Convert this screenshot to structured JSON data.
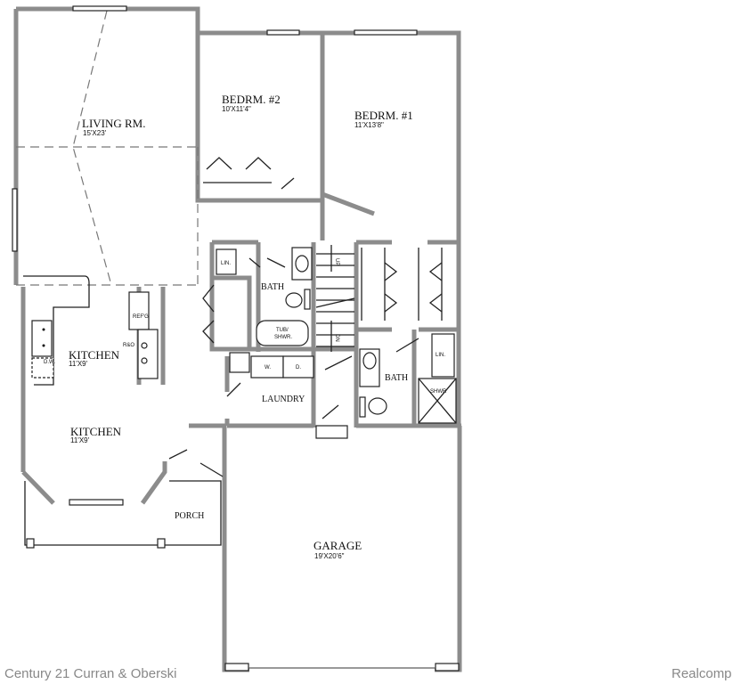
{
  "rooms": {
    "living": {
      "name": "LIVING RM.",
      "size": "15'X23'"
    },
    "bedroom2": {
      "name": "BEDRM. #2",
      "size": "10'X11'4\""
    },
    "bedroom1": {
      "name": "BEDRM. #1",
      "size": "11'X13'8\""
    },
    "kitchen_upper": {
      "name": "KITCHEN",
      "size": "11'X9'"
    },
    "kitchen_lower": {
      "name": "KITCHEN",
      "size": "11'X9'"
    },
    "bath_upper": {
      "name": "BATH"
    },
    "bath_lower": {
      "name": "BATH"
    },
    "laundry": {
      "name": "LAUNDRY"
    },
    "porch": {
      "name": "PORCH"
    },
    "garage": {
      "name": "GARAGE",
      "size": "19'X20'6\""
    }
  },
  "fixtures": {
    "linen_upper": "LIN.",
    "linen_lower": "LIN.",
    "refrigerator": "REF'G",
    "range_oven": "R&O",
    "dishwasher": "D.W.",
    "tub_shower_1": "TUB/",
    "tub_shower_2": "SHWR.",
    "washer": "W.",
    "dryer": "D.",
    "shower": "SHWR",
    "stairs_up": "UP",
    "stairs_down": "DN"
  },
  "watermarks": {
    "left": "Century 21 Curran & Oberski",
    "right": "Realcomp"
  }
}
